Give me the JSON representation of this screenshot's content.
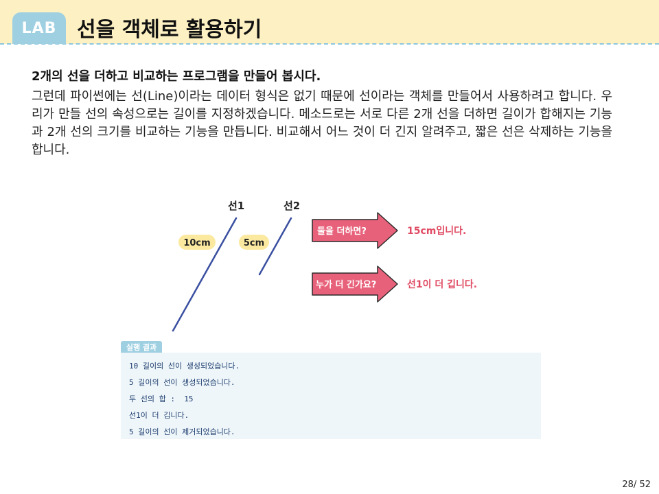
{
  "header": {
    "badge": "LAB",
    "title": "선을 객체로 활용하기"
  },
  "intro": {
    "heading": "2개의 선을 더하고 비교하는 프로그램을 만들어 봅시다.",
    "body": "그런데 파이썬에는 선(Line)이라는 데이터 형식은 없기 때문에 선이라는 객체를 만들어서 사용하려고 합니다. 우리가 만들 선의 속성으로는 길이를 지정하겠습니다. 메소드로는 서로 다른 2개 선을 더하면 길이가 합해지는 기능과 2개 선의 크기를 비교하는 기능을 만듭니다. 비교해서 어느 것이 더 긴지 알려주고, 짧은 선은 삭제하는 기능을 합니다."
  },
  "diagram": {
    "line1_label": "선1",
    "line2_label": "선2",
    "line1_length": "10cm",
    "line2_length": "5cm",
    "arrows": [
      {
        "label": "둘을 더하면?",
        "result": "15cm입니다."
      },
      {
        "label": "누가 더 긴가요?",
        "result": "선1이 더 깁니다."
      }
    ],
    "colors": {
      "arrow_fill": "#e8617a",
      "arrow_stroke": "#2b2b2b",
      "line_color": "#3a4fa0",
      "pill_fill": "#fbe9a0",
      "result_text": "#e04b63"
    }
  },
  "result": {
    "tab_label": "실행 결과",
    "lines": [
      "10 길이의 선이 생성되었습니다.",
      "5 길이의 선이 생성되었습니다.",
      "두 선의 합 :  15",
      "선1이 더 깁니다.",
      "5 길이의 선이 제거되었습니다."
    ]
  },
  "page": {
    "number": "28/ 52"
  }
}
